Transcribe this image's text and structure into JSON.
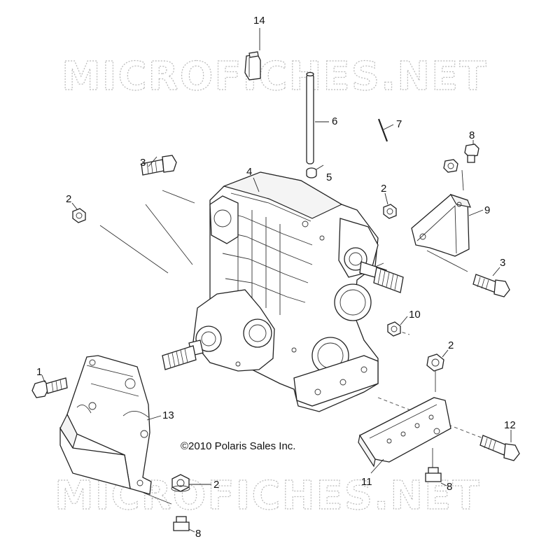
{
  "diagram": {
    "watermark_top": "MICROFICHES.NET",
    "watermark_bottom": "MICROFICHES.NET",
    "copyright": "©2010 Polaris Sales Inc.",
    "callouts": {
      "c14": "14",
      "c6": "6",
      "c7": "7",
      "c8_top": "8",
      "c3_left": "3",
      "c4": "4",
      "c5": "5",
      "c2_left": "2",
      "c2_mid": "2",
      "c9": "9",
      "c3_right": "3",
      "c10": "10",
      "c2_right": "2",
      "c1": "1",
      "c13": "13",
      "c12": "12",
      "c11": "11",
      "c2_bottom": "2",
      "c8_right": "8",
      "c8_bottom": "8"
    }
  }
}
